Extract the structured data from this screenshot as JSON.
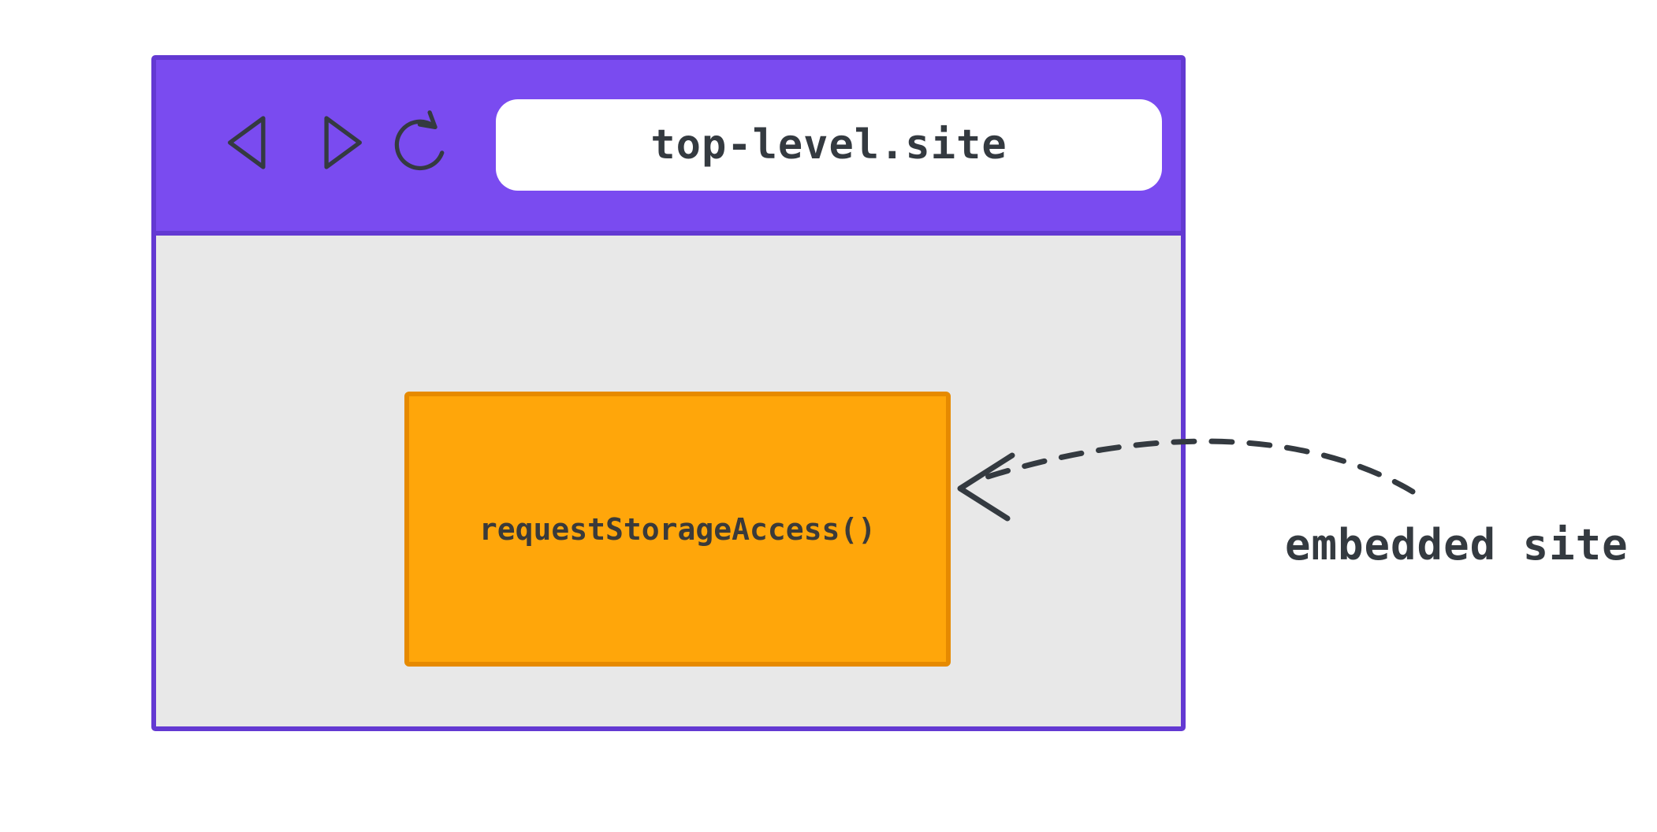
{
  "browser": {
    "url": "top-level.site",
    "icons": [
      "back-icon",
      "forward-icon",
      "reload-icon"
    ]
  },
  "embed": {
    "label": "requestStorageAccess()"
  },
  "annotation": {
    "label": "embedded site"
  },
  "colors": {
    "toolbar_purple": "#7a4bf0",
    "window_border": "#6339d2",
    "content_gray": "#e8e8e8",
    "url_bar_bg": "#ffffff",
    "embed_fill": "#ffa60a",
    "embed_border": "#e68a00",
    "ink": "#343a40"
  }
}
